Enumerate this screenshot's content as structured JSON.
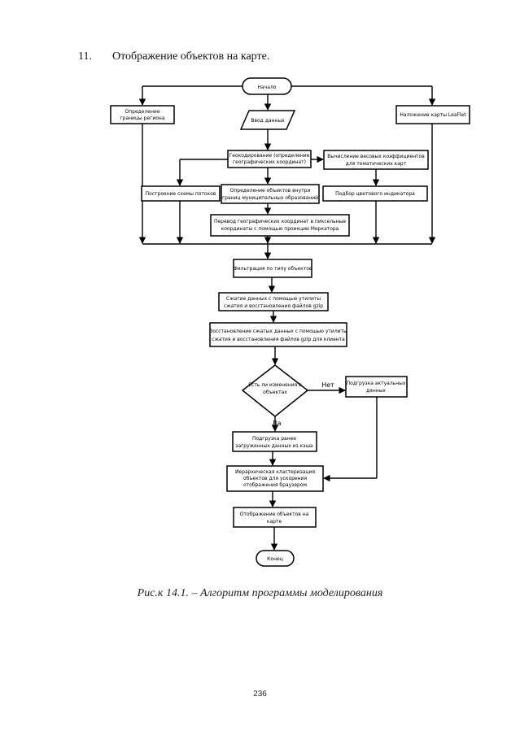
{
  "heading": {
    "number": "11.",
    "text": "Отображение объектов на карте."
  },
  "caption": "Рис.к 14.1. – Алгоритм программы моделирования",
  "page_number": "236",
  "flowchart": {
    "start": "Начало",
    "region": [
      "Определение",
      "границы региона"
    ],
    "input": "Ввод данных",
    "leaflet": "Наложение карты LeaFlet",
    "geocode": [
      "Геокодирование (определение",
      "географических координат)"
    ],
    "weights": [
      "Вычисление весовых коэффициентов",
      "для тематических карт"
    ],
    "flows": "Построение схемы потоков",
    "municipal": [
      "Определение объектов внутри",
      "границ муниципальных образований"
    ],
    "colors": "Подбор цветового индикатора",
    "mercator": [
      "Перевод географических координат в пиксельные",
      "координаты с помощью проекции Меркатора"
    ],
    "filter": "Фильтрация по типу объектов",
    "compress": [
      "Сжатие данных с помощью утилиты",
      "сжатия и восстановления файлов gzip"
    ],
    "restore": [
      "Восстановление сжатых данных с помощью утилиты",
      "сжатия и восстановления файлов gzip для клиента"
    ],
    "decision": [
      "Есть ли изменения в",
      "объектах"
    ],
    "no_label": "Нет",
    "yes_label": "Да",
    "load_actual": [
      "Подгрузка  актуальных",
      "данных"
    ],
    "load_cache": [
      "Подгрузка  ранее",
      "загруженных данных из кэша"
    ],
    "cluster": [
      "Иерархическая кластеризация",
      "объектов для ускорения",
      "отображения браузером"
    ],
    "display": [
      "Отображение  объектов на",
      "карте"
    ],
    "end": "Конец"
  }
}
